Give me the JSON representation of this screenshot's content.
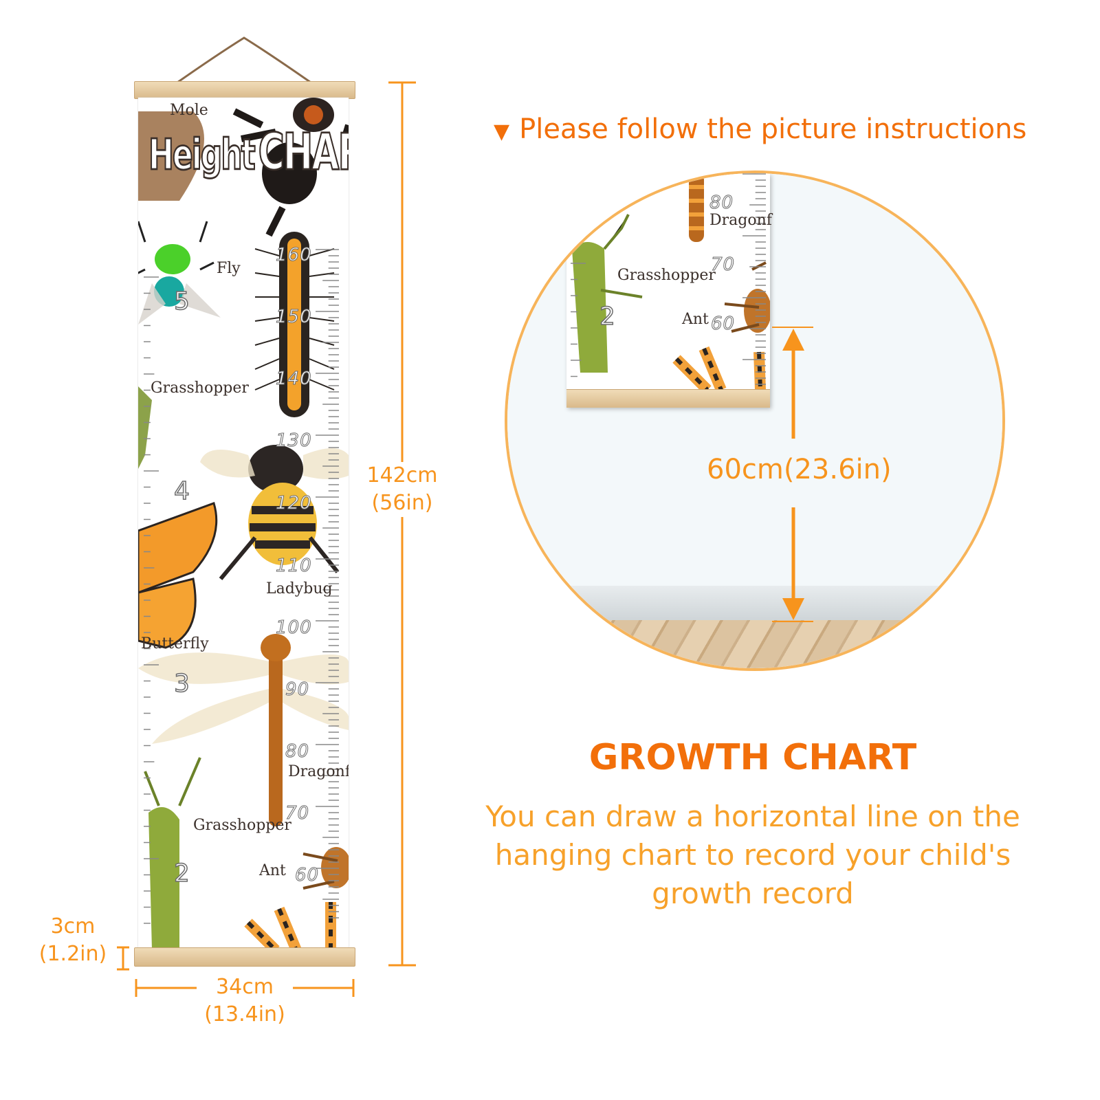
{
  "chart": {
    "title_word1": "Height",
    "title_word2": "CHART",
    "labels": {
      "mole": "Mole",
      "fly": "Fly",
      "grasshopper_top": "Grasshopper",
      "butterfly": "Butterfly",
      "ladybug": "Ladybug",
      "dragonfly": "Dragonf",
      "grasshopper_bottom": "Grasshopper",
      "ant": "Ant"
    },
    "cm_marks": [
      "160",
      "150",
      "140",
      "130",
      "120",
      "110",
      "100",
      "90",
      "80",
      "70",
      "60"
    ],
    "ft_marks": [
      "5",
      "4",
      "3",
      "2"
    ]
  },
  "dimensions": {
    "height_cm": "142cm",
    "height_in": "(56in)",
    "width_cm": "34cm",
    "width_in": "(13.4in)",
    "bar_cm": "3cm",
    "bar_in": "(1.2in)"
  },
  "instructions": {
    "marker": "▼",
    "text": "Please follow the picture instructions"
  },
  "zoom": {
    "labels": {
      "dragonfly": "Dragonf",
      "grasshopper": "Grasshopper",
      "ant": "Ant"
    },
    "cm_marks": [
      "80",
      "70",
      "60"
    ],
    "ft_mark": "2",
    "measure": "60cm(23.6in)"
  },
  "growth": {
    "title": "GROWTH CHART",
    "line1": "You can draw a horizontal line on the",
    "line2": "hanging chart to record your child's",
    "line3": "growth record"
  },
  "colors": {
    "accent": "#f7941d",
    "title_orange": "#f26f0a",
    "wood": "#e8cfa6"
  }
}
